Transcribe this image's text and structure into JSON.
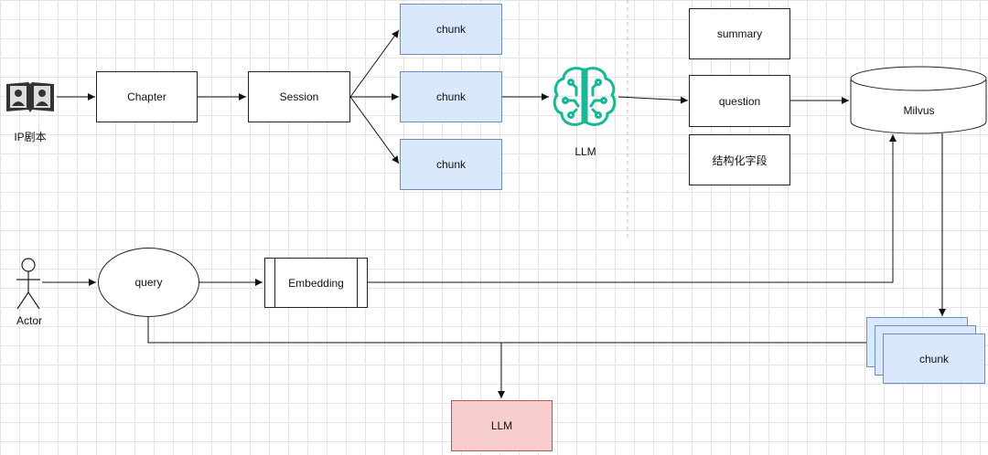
{
  "nodes": {
    "ip_label": "IP剧本",
    "chapter": "Chapter",
    "session": "Session",
    "chunk_top": "chunk",
    "chunk_mid": "chunk",
    "chunk_bot": "chunk",
    "llm_label": "LLM",
    "summary": "summary",
    "question": "question",
    "structured": "结构化字段",
    "milvus": "Milvus",
    "actor_label": "Actor",
    "query": "query",
    "embedding": "Embedding",
    "chunk_stack": "chunk",
    "llm_bottom": "LLM"
  },
  "colors": {
    "chunk_fill": "#dae8fc",
    "chunk_stroke": "#6c8ebf",
    "llm_fill": "#f8cecc",
    "llm_stroke": "#b85450",
    "brain_icon": "#17b897"
  },
  "icons": [
    "book-person-icon",
    "brain-circuit-icon",
    "stick-figure-actor"
  ]
}
